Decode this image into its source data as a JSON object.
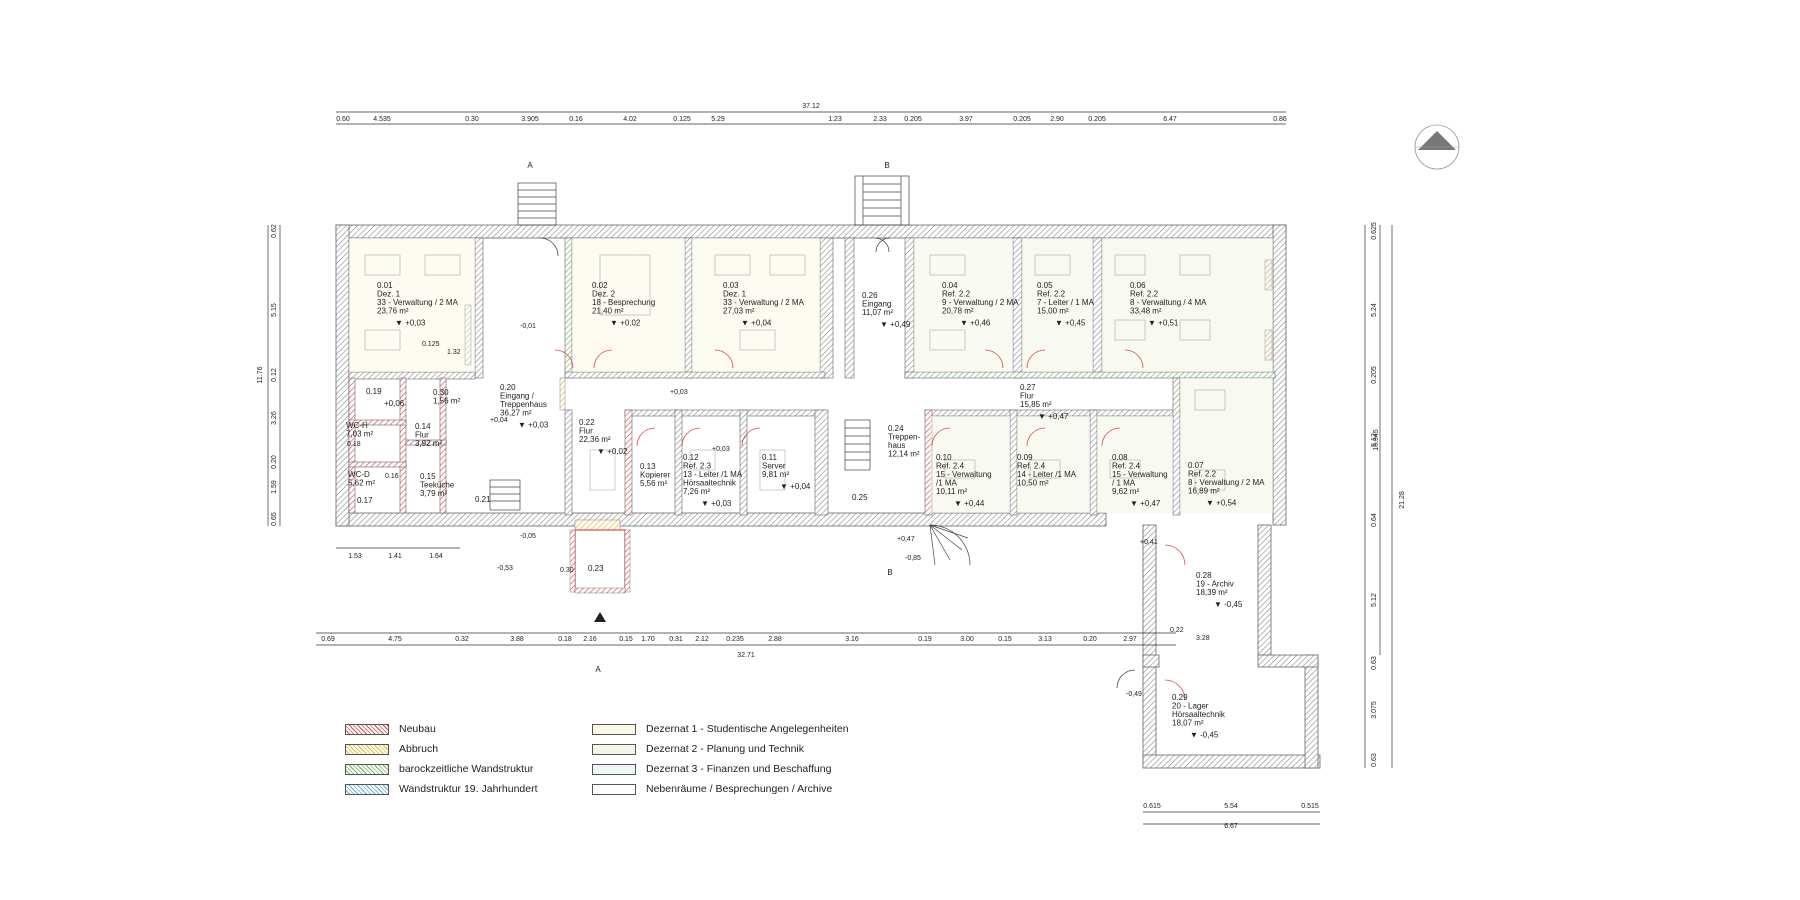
{
  "plan": {
    "overall_top": "37.12",
    "overall_bottom": "32.71",
    "overall_left": "11.76",
    "overall_right_1": "16.945",
    "overall_right_2": "21.28",
    "annex_width": "6.67",
    "top_dims": [
      "0.60",
      "4.535",
      "0.30",
      "3.905",
      "0.16",
      "4.02",
      "0.125",
      "5.29",
      "1.23",
      "2.33",
      "0.205",
      "3.97",
      "0.205",
      "2.90",
      "0.205",
      "6.47",
      "0.86"
    ],
    "bottom_dims": [
      "0.69",
      "4.75",
      "0.32",
      "3.88",
      "0.18",
      "2.16",
      "0.15",
      "1.70",
      "0.31",
      "2.12",
      "0.235",
      "2.88",
      "3.16",
      "0.19",
      "3.00",
      "0.15",
      "3.13",
      "0.20",
      "2.97"
    ],
    "left_dims": [
      "0.62",
      "5.15",
      "0.12",
      "3.26",
      "0.20",
      "1.59",
      "0.65"
    ],
    "right_dims": [
      "0.625",
      "5.24",
      "0.205",
      "5.12",
      "0.64",
      "5.12",
      "0.63",
      "3.075",
      "0.63"
    ],
    "annex_bottom_dims": [
      "0.615",
      "5.54",
      "0.515"
    ],
    "lower_left_dims": [
      "1.53",
      "1.41",
      "1.64"
    ],
    "section_markers": [
      "A",
      "B",
      "A",
      "B"
    ],
    "rooms": [
      {
        "id": "0.01",
        "lines": [
          "Dez. 1",
          "33 - Verwaltung / 2 MA",
          "23,76 m²"
        ],
        "level": "▼ +0,03"
      },
      {
        "id": "0.02",
        "lines": [
          "Dez. 2",
          "18 - Besprechung",
          "21,40 m²"
        ],
        "level": "▼ +0,02"
      },
      {
        "id": "0.03",
        "lines": [
          "Dez. 1",
          "33 - Verwaltung / 2 MA",
          "27,03 m²"
        ],
        "level": "▼ +0,04"
      },
      {
        "id": "0.26",
        "lines": [
          "Eingang",
          "11,07 m²"
        ],
        "level": "▼ +0,49"
      },
      {
        "id": "0.04",
        "lines": [
          "Ref. 2.2",
          "9 - Verwaltung / 2 MA",
          "20,78 m²"
        ],
        "level": "▼ +0,46"
      },
      {
        "id": "0.05",
        "lines": [
          "Ref. 2.2",
          "7 - Leiter / 1 MA",
          "15,00 m²"
        ],
        "level": "▼ +0,45"
      },
      {
        "id": "0.06",
        "lines": [
          "Ref. 2.2",
          "8 - Verwaltung / 4 MA",
          "33,48 m²"
        ],
        "level": "▼ +0,51"
      },
      {
        "id": "0.20",
        "lines": [
          "Eingang /",
          "Treppenhaus",
          "36,27 m²"
        ],
        "level": "▼ +0,03"
      },
      {
        "id": "0.19",
        "lines": [],
        "level": "+0,06"
      },
      {
        "id": "0.30",
        "lines": [
          "1,56 m²"
        ],
        "level": ""
      },
      {
        "id": "WC-H",
        "lines": [
          "7,03 m²"
        ],
        "level": ""
      },
      {
        "id": "0.14",
        "lines": [
          "Flur",
          "3,92 m²"
        ],
        "level": ""
      },
      {
        "id": "WC-D",
        "lines": [
          "5,62 m²"
        ],
        "level": ""
      },
      {
        "id": "0.15",
        "lines": [
          "Teeküche",
          "3,79 m²"
        ],
        "level": ""
      },
      {
        "id": "0.22",
        "lines": [
          "Flur",
          "22,36 m²"
        ],
        "level": "▼ +0,02"
      },
      {
        "id": "0.13",
        "lines": [
          "Kopierer",
          "5,56 m²"
        ],
        "level": ""
      },
      {
        "id": "0.12",
        "lines": [
          "Ref. 2.3",
          "13 - Leiter /1 MA",
          "Hörsaaltechnik",
          "7,26 m²"
        ],
        "level": "▼ +0,03"
      },
      {
        "id": "0.11",
        "lines": [
          "Server",
          "9,81 m²"
        ],
        "level": "▼ +0,04"
      },
      {
        "id": "0.24",
        "lines": [
          "Treppen-",
          "haus",
          "12,14 m²"
        ],
        "level": ""
      },
      {
        "id": "0.27",
        "lines": [
          "Flur",
          "15,85 m²"
        ],
        "level": "▼ +0,47"
      },
      {
        "id": "0.10",
        "lines": [
          "Ref. 2.4",
          "15 - Verwaltung",
          "/1 MA",
          "10,11 m²"
        ],
        "level": "▼ +0,44"
      },
      {
        "id": "0.09",
        "lines": [
          "Ref. 2.4",
          "14 - Leiter /1 MA",
          "10,50 m²"
        ],
        "level": ""
      },
      {
        "id": "0.08",
        "lines": [
          "Ref. 2.4",
          "15 - Verwaltung",
          "/ 1 MA",
          "9,62 m²"
        ],
        "level": "▼ +0,47"
      },
      {
        "id": "0.07",
        "lines": [
          "Ref. 2.2",
          "8 - Verwaltung / 2 MA",
          "16,89 m²"
        ],
        "level": "▼ +0,54"
      },
      {
        "id": "0.28",
        "lines": [
          "19 - Archiv",
          "18,39 m²"
        ],
        "level": "▼ -0,45"
      },
      {
        "id": "0.29",
        "lines": [
          "20 - Lager",
          "Hörsaaltechnik",
          "18,07 m²"
        ],
        "level": "▼ -0,45"
      },
      {
        "id": "0.23",
        "lines": [],
        "level": ""
      },
      {
        "id": "0.21",
        "lines": [],
        "level": ""
      },
      {
        "id": "0.17",
        "lines": [],
        "level": ""
      },
      {
        "id": "0.25",
        "lines": [],
        "level": ""
      }
    ],
    "misc_levels": [
      "-0,01",
      "+0,03",
      "+0,03",
      "+0,04",
      "-0,05",
      "-0,53",
      "-0,85",
      "+0,47",
      "+0,41",
      "-0,49",
      "0.18",
      "0.16",
      "1.32",
      "0.125",
      "0.30",
      "0.22",
      "3.28"
    ]
  },
  "legend_left": [
    {
      "label": "Neubau",
      "color": "#e07070",
      "pattern": "hatch"
    },
    {
      "label": "Abbruch",
      "color": "#f5d060",
      "pattern": "hatch"
    },
    {
      "label": "barockzeitliche Wandstruktur",
      "color": "#8cc47a",
      "pattern": "hatch"
    },
    {
      "label": "Wandstruktur 19. Jahrhundert",
      "color": "#7ec0d8",
      "pattern": "hatch"
    }
  ],
  "legend_right": [
    {
      "label": "Dezernat 1 - Studentische Angelegenheiten",
      "color": "#fbf8e6"
    },
    {
      "label": "Dezernat 2 - Planung und Technik",
      "color": "#f3f6e6"
    },
    {
      "label": "Dezernat 3 - Finanzen und Beschaffung",
      "color": "#eef6f8"
    },
    {
      "label": "Nebenräume / Besprechungen / Archive",
      "color": "#ffffff"
    }
  ],
  "colors": {
    "wall": "#777777",
    "neubau": "#d94a4a",
    "abbruch": "#f0c030",
    "baroque": "#6fb05a",
    "c19": "#5aaed0"
  }
}
